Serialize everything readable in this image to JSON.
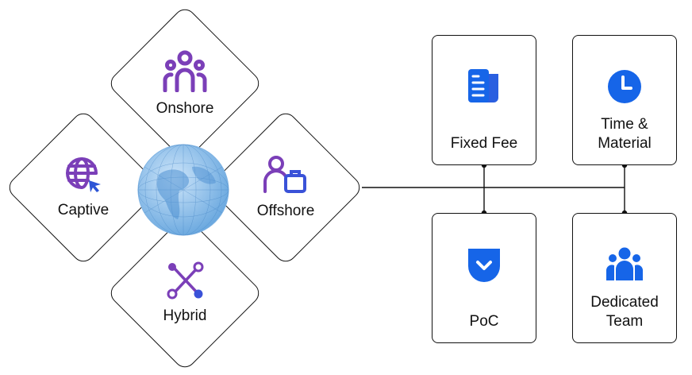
{
  "engagement_locations": {
    "onshore": {
      "label": "Onshore",
      "icon": "people-group-icon"
    },
    "captive": {
      "label": "Captive",
      "icon": "globe-cursor-icon"
    },
    "offshore": {
      "label": "Offshore",
      "icon": "person-briefcase-icon"
    },
    "hybrid": {
      "label": "Hybrid",
      "icon": "network-nodes-icon"
    }
  },
  "pricing_models": {
    "fixed_fee": {
      "label": "Fixed Fee",
      "icon": "documents-icon"
    },
    "time_material": {
      "label": "Time & Material",
      "icon": "clock-icon"
    },
    "poc": {
      "label": "PoC",
      "icon": "shield-check-icon"
    },
    "dedicated_team": {
      "label": "Dedicated Team",
      "icon": "team-icon"
    }
  },
  "colors": {
    "purple": "#7b3fb8",
    "blue": "#1665e8",
    "globe": "#8ec1ec",
    "border": "#111111"
  }
}
